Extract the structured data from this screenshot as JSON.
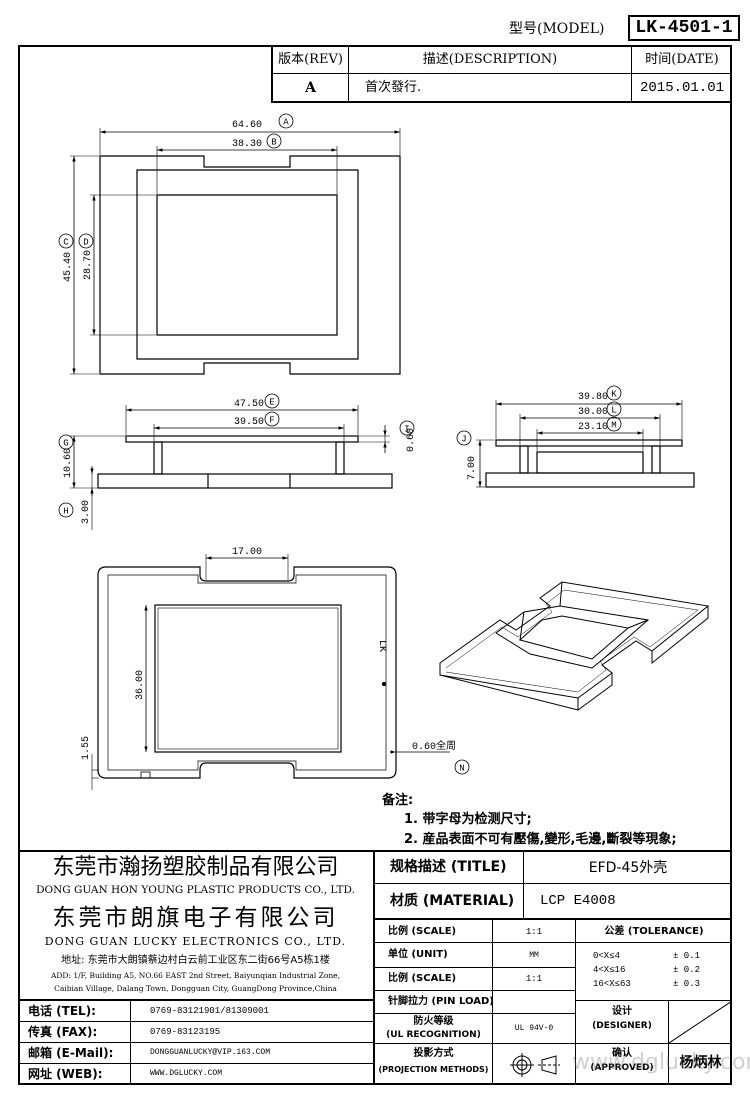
{
  "header": {
    "model_label": "型号(MODEL)",
    "model_value": "LK-4501-1",
    "rev_label": "版本(REV)",
    "desc_label": "描述(DESCRIPTION)",
    "date_label": "时间(DATE)",
    "rev_value": "A",
    "desc_value": "首次發行.",
    "date_value": "2015.01.01"
  },
  "top_view": {
    "dim_a": "64.60",
    "dim_b": "38.30",
    "dim_c": "45.40",
    "dim_d": "28.70",
    "tag_a": "A",
    "tag_b": "B",
    "tag_c": "C",
    "tag_d": "D"
  },
  "front_view": {
    "dim_e": "47.50",
    "dim_f": "39.50",
    "dim_g": "10.60",
    "dim_h": "3.00",
    "dim_i": "0.60",
    "tag_e": "E",
    "tag_f": "F",
    "tag_g": "G",
    "tag_h": "H",
    "tag_i": "I"
  },
  "side_view": {
    "dim_k": "39.80",
    "dim_l": "30.00",
    "dim_m": "23.10",
    "dim_j": "7.00",
    "tag_j": "J",
    "tag_k": "K",
    "tag_l": "L",
    "tag_m": "M"
  },
  "bottom_view": {
    "dim_17": "17.00",
    "dim_36": "36.00",
    "dim_155": "1.55",
    "dim_n": "0.60全周",
    "tag_n": "N",
    "mark": "LK"
  },
  "notes": {
    "title": "备注:",
    "line1": "1. 带字母为检测尺寸;",
    "line2": "2. 産品表面不可有壓傷,變形,毛邊,斷裂等現象;"
  },
  "company": {
    "name1_cn": "东莞市瀚扬塑胶制品有限公司",
    "name1_en": "DONG GUAN HON YOUNG PLASTIC PRODUCTS CO., LTD.",
    "name2_cn": "东莞市朗旗电子有限公司",
    "name2_en": "DONG GUAN LUCKY ELECTRONICS CO., LTD.",
    "addr_cn": "地址: 东莞市大朗镇蔡边村白云前工业区东二街66号A5栋1楼",
    "addr_en1": "ADD: 1/F, Building A5, NO.66 EAST 2nd Street, Baiyunqian Industrial Zone,",
    "addr_en2": "Caibian Village, Dalang Town, Dongguan City, GuangDong Province,China"
  },
  "contact": {
    "tel_label": "电话 (TEL):",
    "tel_value": "0769-83121901/81309001",
    "fax_label": "传真 (FAX):",
    "fax_value": "0769-83123195",
    "mail_label": "邮箱 (E-Mail):",
    "mail_value": "DONGGUANLUCKY@VIP.163.COM",
    "web_label": "网址 (WEB):",
    "web_value": "WWW.DGLUCKY.COM"
  },
  "title_block": {
    "title_label": "规格描述 (TITLE)",
    "title_value": "EFD-45外壳",
    "material_label": "材质 (MATERIAL)",
    "material_value": "LCP E4008",
    "scale_label": "比例 (SCALE)",
    "scale_value": "1:1",
    "unit_label": "单位 (UNIT)",
    "unit_value": "MM",
    "scale2_label": "比例 (SCALE)",
    "scale2_value": "1:1",
    "pin_label": "针脚拉力 (PIN LOAD)",
    "fire_label1": "防火等级",
    "fire_label2": "(UL RECOGNITION)",
    "fire_value": "UL 94V-0",
    "proj_label1": "投影方式",
    "proj_label2": "(PROJECTION METHODS)",
    "tol_label": "公差 (TOLERANCE)",
    "tol_1a": "0<X≤4",
    "tol_1b": "± 0.1",
    "tol_2a": "4<X≤16",
    "tol_2b": "± 0.2",
    "tol_3a": "16<X≤63",
    "tol_3b": "± 0.3",
    "designer_label1": "设计",
    "designer_label2": "(DESIGNER)",
    "approved_label1": "确认",
    "approved_label2": "(APPROVED)",
    "approver": "杨炳林"
  },
  "watermark": "www.dglucky.com"
}
